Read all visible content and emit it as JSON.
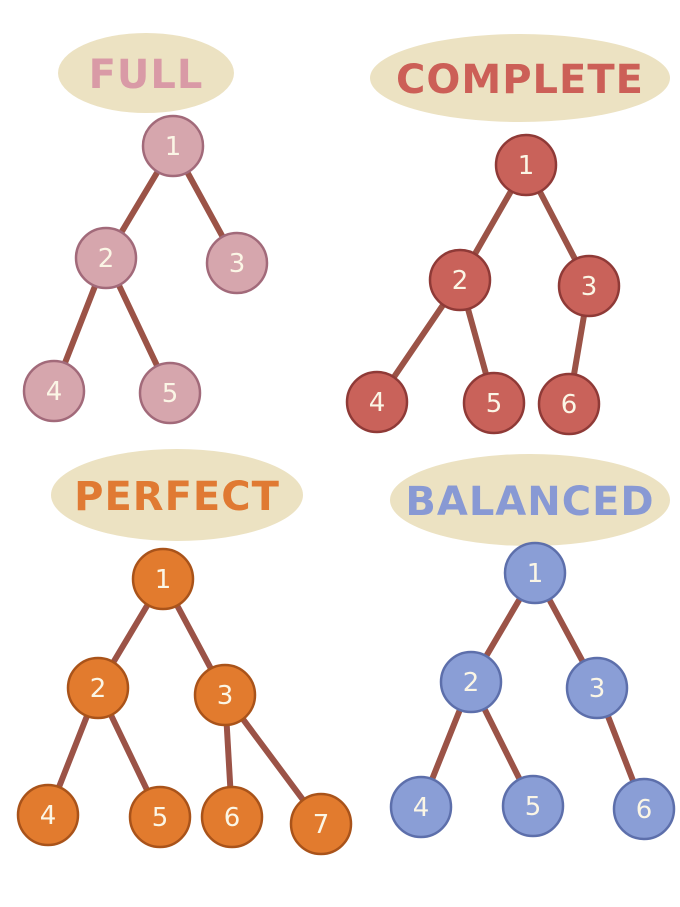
{
  "colors": {
    "title_bg": "#ece2c2",
    "edge": "#9b5347",
    "node_text": "#fbf6e6"
  },
  "trees": [
    {
      "key": "full",
      "title": "FULL",
      "fill": "#d6a6ad",
      "stroke": "#a26a7a",
      "title_color": "#d99aa6",
      "nodes": [
        "1",
        "2",
        "3",
        "4",
        "5"
      ],
      "edges": [
        [
          "1",
          "2"
        ],
        [
          "1",
          "3"
        ],
        [
          "2",
          "4"
        ],
        [
          "2",
          "5"
        ]
      ]
    },
    {
      "key": "complete",
      "title": "COMPLETE",
      "fill": "#c9625a",
      "stroke": "#8f3a37",
      "title_color": "#cc5f57",
      "nodes": [
        "1",
        "2",
        "3",
        "4",
        "5",
        "6"
      ],
      "edges": [
        [
          "1",
          "2"
        ],
        [
          "1",
          "3"
        ],
        [
          "2",
          "4"
        ],
        [
          "2",
          "5"
        ],
        [
          "3",
          "6"
        ]
      ]
    },
    {
      "key": "perfect",
      "title": "PERFECT",
      "fill": "#e27b2e",
      "stroke": "#a9531a",
      "title_color": "#e07a33",
      "nodes": [
        "1",
        "2",
        "3",
        "4",
        "5",
        "6",
        "7"
      ],
      "edges": [
        [
          "1",
          "2"
        ],
        [
          "1",
          "3"
        ],
        [
          "2",
          "4"
        ],
        [
          "2",
          "5"
        ],
        [
          "3",
          "6"
        ],
        [
          "3",
          "7"
        ]
      ]
    },
    {
      "key": "balanced",
      "title": "BALANCED",
      "fill": "#8a9ed6",
      "stroke": "#5d6fab",
      "title_color": "#8899d4",
      "nodes": [
        "1",
        "2",
        "3",
        "4",
        "5",
        "6"
      ],
      "edges": [
        [
          "1",
          "2"
        ],
        [
          "1",
          "3"
        ],
        [
          "2",
          "4"
        ],
        [
          "2",
          "5"
        ],
        [
          "3",
          "6"
        ]
      ]
    }
  ]
}
